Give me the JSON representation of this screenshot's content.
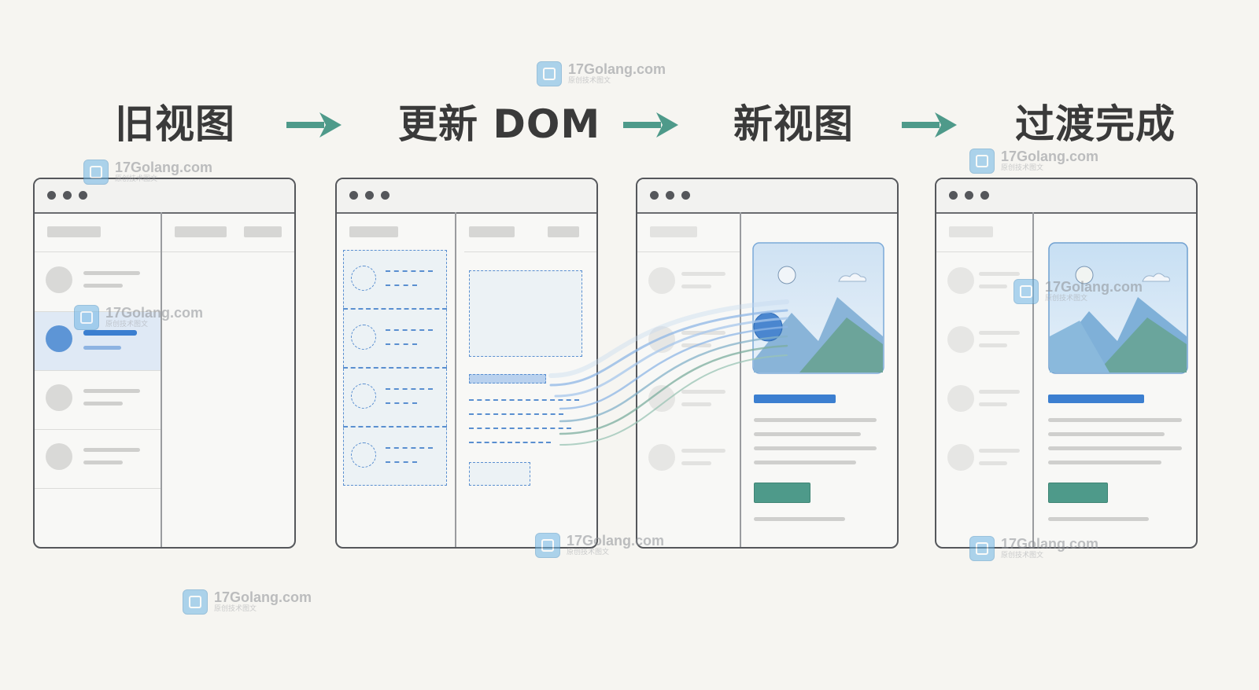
{
  "steps": [
    {
      "title": "旧视图"
    },
    {
      "title": "更新 DOM"
    },
    {
      "title": "新视图"
    },
    {
      "title": "过渡完成"
    }
  ],
  "watermark": {
    "text": "17Golang.com",
    "subtext": "原创技术图文"
  },
  "colors": {
    "background": "#f6f5f1",
    "arrow": "#4e9a8a",
    "highlight": "#3c7fd0",
    "button": "#4e9a8a",
    "dashed_outline": "#5a8fd0"
  },
  "icons": [
    "arrow-right-icon",
    "window-dot-icon",
    "image-placeholder-icon",
    "avatar-circle-icon"
  ]
}
